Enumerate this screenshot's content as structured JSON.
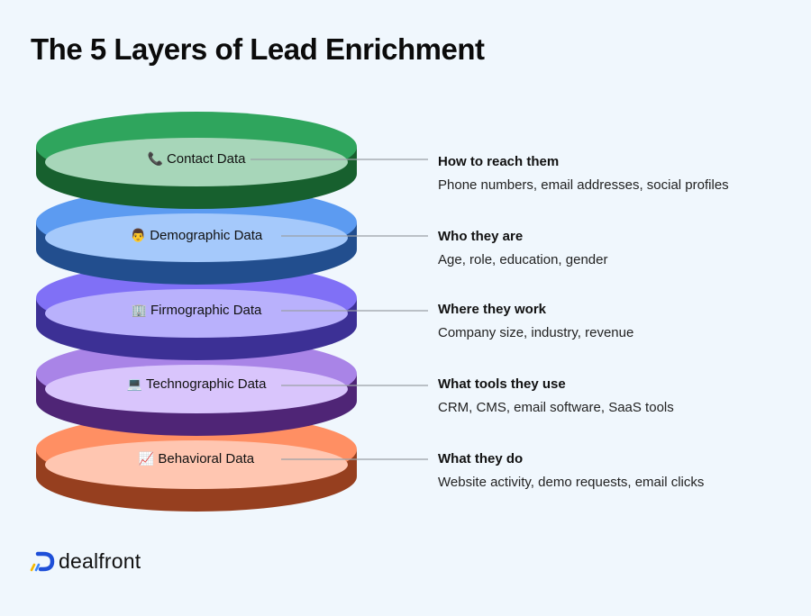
{
  "title": "The 5 Layers of Lead Enrichment",
  "layers": [
    {
      "icon": "📞",
      "icon_name": "phone-icon",
      "label": "Contact Data",
      "heading": "How to reach them",
      "description": "Phone numbers, email addresses, social profiles",
      "colors": {
        "top": "#2fa55d",
        "inner": "#a7d6b9",
        "band": "#17602e"
      }
    },
    {
      "icon": "👨",
      "icon_name": "person-icon",
      "label": "Demographic Data",
      "heading": "Who they are",
      "description": "Age, role, education, gender",
      "colors": {
        "top": "#5c9bf1",
        "inner": "#a5c9fb",
        "band": "#224e8e"
      }
    },
    {
      "icon": "🏢",
      "icon_name": "office-building-icon",
      "label": "Firmographic Data",
      "heading": "Where they work",
      "description": "Company size, industry, revenue",
      "colors": {
        "top": "#8070f6",
        "inner": "#b9b1fc",
        "band": "#3c3095"
      }
    },
    {
      "icon": "💻",
      "icon_name": "laptop-icon",
      "label": "Technographic Data",
      "heading": "What tools they use",
      "description": "CRM, CMS, email software, SaaS tools",
      "colors": {
        "top": "#a984e7",
        "inner": "#d9c5fc",
        "band": "#4f2576"
      }
    },
    {
      "icon": "📈",
      "icon_name": "chart-increasing-icon",
      "label": "Behavioral Data",
      "heading": "What they do",
      "description": "Website activity, demo requests, email clicks",
      "colors": {
        "top": "#ff8f63",
        "inner": "#ffc6b1",
        "band": "#963f1f"
      }
    }
  ],
  "connector_color": "#9aa0a6",
  "brand": {
    "name": "dealfront"
  }
}
